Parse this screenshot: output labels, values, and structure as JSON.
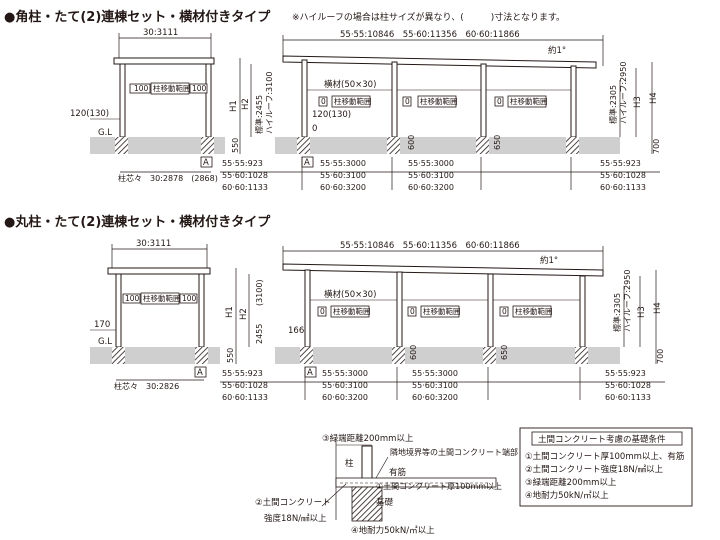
{
  "sections": [
    {
      "title": "●角柱・たて(2)連棟セット・横材付きタイプ",
      "note": "※ハイルーフの場合は柱サイズが異なり、(　　　)寸法となります。",
      "side": {
        "width": "30:3111",
        "left_offset": "120(130)",
        "gl": "G.L",
        "post_pitch": "柱芯々　30:2878　(2868)",
        "h1": "H1",
        "h2": "H2",
        "std": "標準:2455",
        "high": "ハイルーフ:3100",
        "depth": "550",
        "a_mark": "A",
        "arrow_l": "100",
        "arrow_r": "100",
        "label": "柱移動範囲"
      },
      "front": {
        "total": "55·55:10846　55·60:11356　60·60:11866",
        "slope": "約1°",
        "crossbar": "横材(50×30)",
        "left_offset": "120(130)",
        "zero": "0",
        "label": "柱移動範囲",
        "a_mark": "A",
        "gaps": [
          "600",
          "650"
        ],
        "h3": "H3",
        "h4": "H4",
        "std": "標準:2305",
        "high": "ハイルーフ:2950",
        "depth": "700",
        "bay_spans": [
          [
            "55·55:923",
            "55·60:1028",
            "60·60:1133"
          ],
          [
            "55·55:3000",
            "55·60:3100",
            "60·60:3200"
          ],
          [
            "55·55:3000",
            "55·60:3100",
            "60·60:3200"
          ],
          [
            "55·55:923",
            "55·60:1028",
            "60·60:1133"
          ]
        ]
      }
    },
    {
      "title": "●丸柱・たて(2)連棟セット・横材付きタイプ",
      "side": {
        "width": "30:3111",
        "left_offset": "170",
        "gl": "G.L",
        "post_pitch": "柱芯々　30:2826",
        "h1": "H1",
        "h2": "H2",
        "std": "2455",
        "high": "(3100)",
        "depth": "550",
        "a_mark": "A",
        "arrow_l": "100",
        "arrow_r": "100",
        "label": "柱移動範囲"
      },
      "front": {
        "total": "55·55:10846　55·60:11356　60·60:11866",
        "slope": "約1°",
        "crossbar": "横材(50×30)",
        "left_offset": "166",
        "zero": "0",
        "label": "柱移動範囲",
        "a_mark": "A",
        "gaps": [
          "600",
          "650"
        ],
        "h3": "H3",
        "h4": "H4",
        "std": "標準:2305",
        "high": "ハイルーフ:2950",
        "depth": "700",
        "bay_spans": [
          [
            "55·55:923",
            "55·60:1028",
            "60·60:1133"
          ],
          [
            "55·55:3000",
            "55·60:3100",
            "60·60:3200"
          ],
          [
            "55·55:3000",
            "55·60:3100",
            "60·60:3200"
          ],
          [
            "55·55:923",
            "55·60:1028",
            "60·60:1133"
          ]
        ]
      }
    }
  ],
  "foundation": {
    "edge": "③緑端距離200mm以上",
    "boundary": "隣地境界等の土間コンクリート端部",
    "post": "柱",
    "rebar": "有筋",
    "thickness": "①土間コンクリート厚100mm以上",
    "slab": "②土間コンクリート",
    "strength": "強度18N/㎟以上",
    "base": "基礎",
    "bearing": "④地耐力50kN/㎡以上"
  },
  "conditions": {
    "title": "土間コンクリート考慮の基礎条件",
    "items": [
      "①土間コンクリート厚100mm以上、有筋",
      "②土間コンクリート強度18N/㎟以上",
      "③緑端距離200mm以上",
      "④地耐力50kN/㎡以上"
    ]
  }
}
